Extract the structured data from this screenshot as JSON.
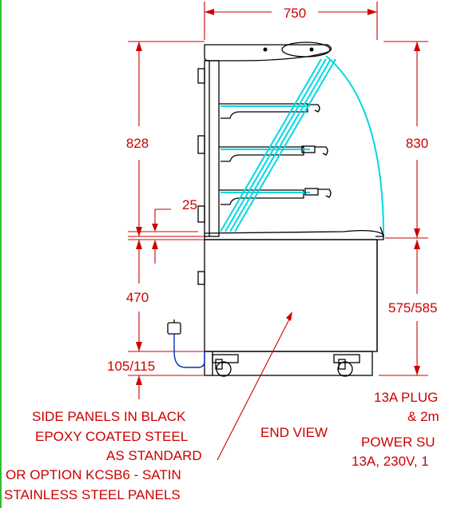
{
  "dimensions": {
    "width": "750",
    "height_left": "828",
    "height_right": "830",
    "base_gap": "25",
    "base_height": "470",
    "base_height_right": "575/585",
    "foot_height": "105/115"
  },
  "notes": {
    "side_panels": [
      "SIDE PANELS IN BLACK",
      "EPOXY COATED STEEL",
      "AS STANDARD",
      "OR OPTION KCSB6 - SATIN",
      "STAINLESS STEEL PANELS"
    ],
    "view_label": "END VIEW",
    "plug": [
      "13A PLUG",
      "& 2m"
    ],
    "power": [
      "POWER SU",
      "13A, 230V, 1"
    ]
  },
  "colors": {
    "dimension": "#cc0000",
    "glass": "#00d8e0",
    "outline": "#000000"
  }
}
